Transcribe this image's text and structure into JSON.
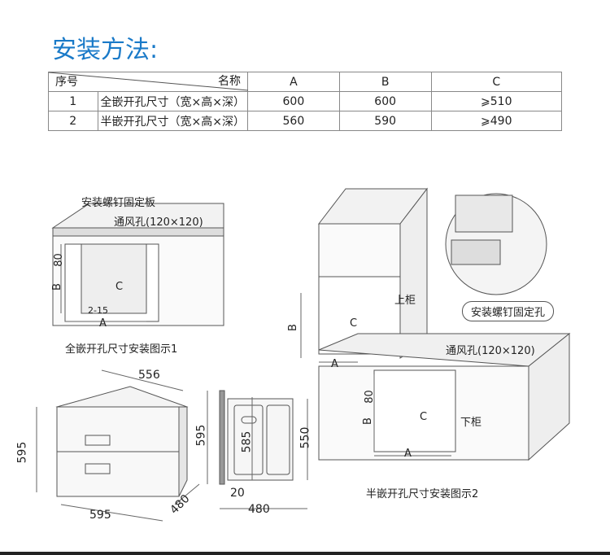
{
  "title": "安装方法:",
  "table": {
    "header": {
      "no": "序号",
      "name": "名称",
      "a": "A",
      "b": "B",
      "c": "C"
    },
    "rows": [
      {
        "no": "1",
        "name": "全嵌开孔尺寸（宽×高×深）",
        "a": "600",
        "b": "600",
        "c": "⩾510"
      },
      {
        "no": "2",
        "name": "半嵌开孔尺寸（宽×高×深）",
        "a": "560",
        "b": "590",
        "c": "⩾490"
      }
    ]
  },
  "fig1": {
    "plate": "安装螺钉固定板",
    "vent": "通风孔(120×120)",
    "dim80": "80",
    "dimB": "B",
    "dimC": "C",
    "dim215": "2-15",
    "dimA": "A",
    "caption": "全嵌开孔尺寸安装图示1"
  },
  "fig2": {
    "upper": "上柜",
    "lower": "下柜",
    "vent": "通风孔(120×120)",
    "hole": "安装螺钉固定孔",
    "dimB1": "B",
    "dimC1": "C",
    "dimA1": "A",
    "dim80": "80",
    "dimB2": "B",
    "dimC2": "C",
    "dimA2": "A",
    "caption": "半嵌开孔尺寸安装图示2"
  },
  "product": {
    "w556": "556",
    "h595": "595",
    "w595": "595",
    "d480": "480",
    "h595b": "595",
    "h585": "585",
    "h550": "550",
    "t20": "20",
    "d480b": "480"
  }
}
